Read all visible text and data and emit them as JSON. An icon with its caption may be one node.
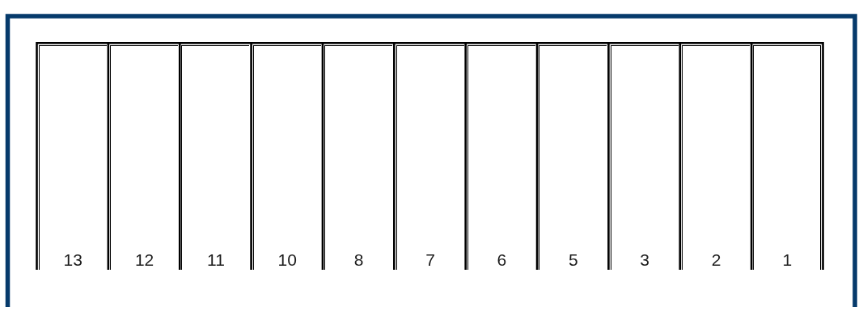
{
  "diagram": {
    "nodes": [
      {
        "text": [
          "13"
        ]
      },
      {
        "text": [
          "12"
        ]
      },
      {
        "text": [
          "11"
        ]
      },
      {
        "text": [
          "10"
        ]
      },
      {
        "text": [
          "8"
        ]
      },
      {
        "text": [
          "7"
        ]
      },
      {
        "text": [
          "6"
        ]
      },
      {
        "text": [
          "5"
        ]
      },
      {
        "text": [
          "3"
        ]
      },
      {
        "text": [
          "2"
        ]
      },
      {
        "text": [
          "1"
        ]
      }
    ]
  }
}
